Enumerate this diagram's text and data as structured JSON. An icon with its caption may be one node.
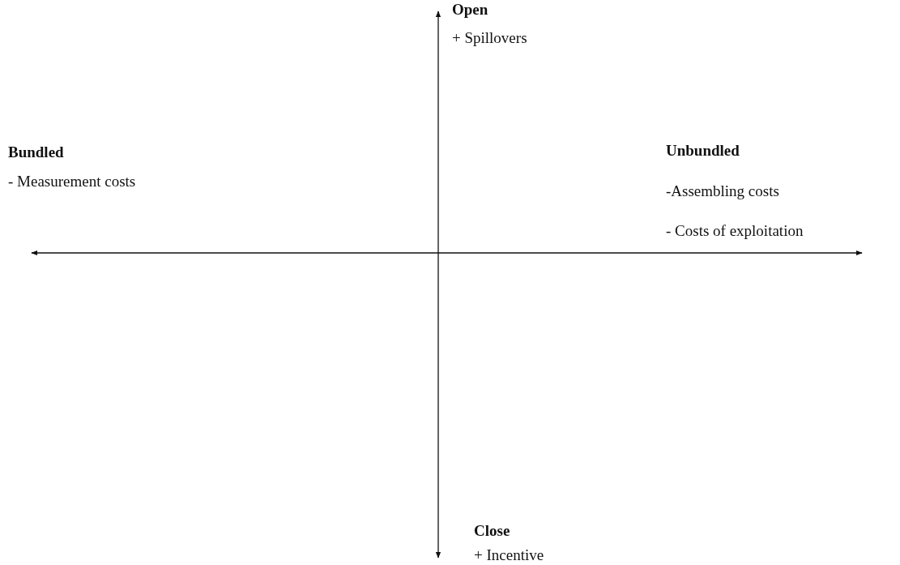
{
  "diagram": {
    "labels": [
      "Open",
      "+ Spillovers",
      "Bundled",
      "- Measurement costs",
      "Unbundled",
      "-Assembling costs",
      "- Costs of exploitation",
      "Close",
      "+ Incentive"
    ]
  }
}
